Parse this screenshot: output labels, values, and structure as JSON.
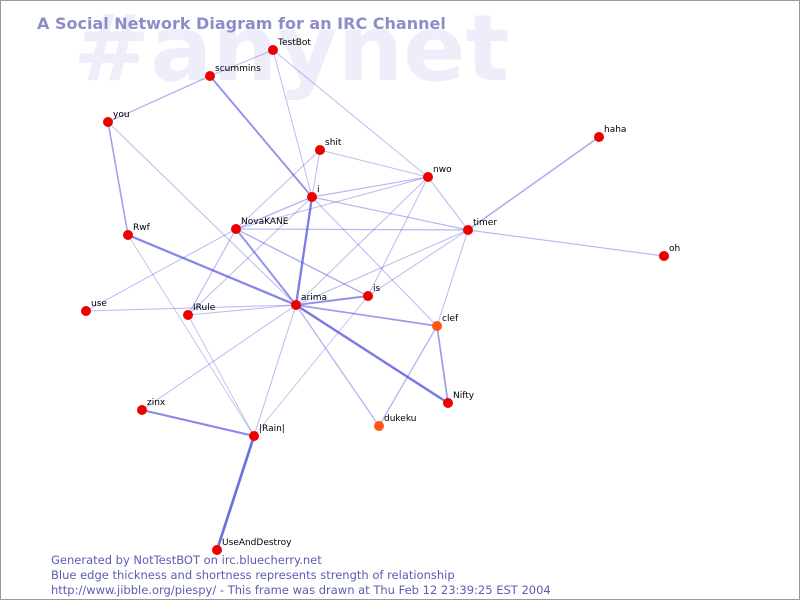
{
  "watermark": "#anynet",
  "title": "A Social Network Diagram for an IRC Channel",
  "colors": {
    "edge": "#4444dd",
    "node": "#ee0000",
    "node_recent": "#ff5511",
    "title": "#8d8dc8",
    "footer": "#5c5cb4"
  },
  "nodes": [
    {
      "label": "TestBot"
    },
    {
      "label": "scummins"
    },
    {
      "label": "you"
    },
    {
      "label": "shit"
    },
    {
      "label": "nwo"
    },
    {
      "label": "haha"
    },
    {
      "label": "i"
    },
    {
      "label": "NovaKANE"
    },
    {
      "label": "timer"
    },
    {
      "label": "Rwf"
    },
    {
      "label": "oh"
    },
    {
      "label": "is"
    },
    {
      "label": "arima"
    },
    {
      "label": "use"
    },
    {
      "label": "IRule"
    },
    {
      "label": "clef"
    },
    {
      "label": "Nifty"
    },
    {
      "label": "zinx"
    },
    {
      "label": "dukeku"
    },
    {
      "label": "|Rain|"
    },
    {
      "label": "UseAndDestroy"
    }
  ],
  "edges": [
    {
      "source": "TestBot",
      "target": "scummins",
      "strength": 0.2
    },
    {
      "source": "TestBot",
      "target": "i",
      "strength": 0.2
    },
    {
      "source": "TestBot",
      "target": "nwo",
      "strength": 0.2
    },
    {
      "source": "scummins",
      "target": "you",
      "strength": 0.3
    },
    {
      "source": "scummins",
      "target": "i",
      "strength": 0.6
    },
    {
      "source": "you",
      "target": "Rwf",
      "strength": 0.45
    },
    {
      "source": "you",
      "target": "arima",
      "strength": 0.2
    },
    {
      "source": "shit",
      "target": "NovaKANE",
      "strength": 0.2
    },
    {
      "source": "shit",
      "target": "nwo",
      "strength": 0.2
    },
    {
      "source": "shit",
      "target": "i",
      "strength": 0.2
    },
    {
      "source": "nwo",
      "target": "i",
      "strength": 0.25
    },
    {
      "source": "nwo",
      "target": "timer",
      "strength": 0.2
    },
    {
      "source": "nwo",
      "target": "arima",
      "strength": 0.2
    },
    {
      "source": "nwo",
      "target": "is",
      "strength": 0.2
    },
    {
      "source": "nwo",
      "target": "NovaKANE",
      "strength": 0.2
    },
    {
      "source": "haha",
      "target": "timer",
      "strength": 0.4
    },
    {
      "source": "i",
      "target": "NovaKANE",
      "strength": 0.3
    },
    {
      "source": "i",
      "target": "timer",
      "strength": 0.25
    },
    {
      "source": "i",
      "target": "arima",
      "strength": 0.8
    },
    {
      "source": "i",
      "target": "clef",
      "strength": 0.2
    },
    {
      "source": "i",
      "target": "IRule",
      "strength": 0.2
    },
    {
      "source": "NovaKANE",
      "target": "timer",
      "strength": 0.25
    },
    {
      "source": "NovaKANE",
      "target": "arima",
      "strength": 0.6
    },
    {
      "source": "NovaKANE",
      "target": "is",
      "strength": 0.35
    },
    {
      "source": "NovaKANE",
      "target": "IRule",
      "strength": 0.25
    },
    {
      "source": "NovaKANE",
      "target": "use",
      "strength": 0.2
    },
    {
      "source": "timer",
      "target": "oh",
      "strength": 0.25
    },
    {
      "source": "timer",
      "target": "arima",
      "strength": 0.2
    },
    {
      "source": "timer",
      "target": "is",
      "strength": 0.2
    },
    {
      "source": "timer",
      "target": "clef",
      "strength": 0.2
    },
    {
      "source": "Rwf",
      "target": "arima",
      "strength": 0.75
    },
    {
      "source": "Rwf",
      "target": "|Rain|",
      "strength": 0.15
    },
    {
      "source": "is",
      "target": "arima",
      "strength": 0.6
    },
    {
      "source": "is",
      "target": "|Rain|",
      "strength": 0.15
    },
    {
      "source": "arima",
      "target": "use",
      "strength": 0.2
    },
    {
      "source": "arima",
      "target": "IRule",
      "strength": 0.2
    },
    {
      "source": "arima",
      "target": "clef",
      "strength": 0.5
    },
    {
      "source": "arima",
      "target": "Nifty",
      "strength": 0.85
    },
    {
      "source": "arima",
      "target": "zinx",
      "strength": 0.2
    },
    {
      "source": "arima",
      "target": "dukeku",
      "strength": 0.3
    },
    {
      "source": "arima",
      "target": "|Rain|",
      "strength": 0.2
    },
    {
      "source": "clef",
      "target": "Nifty",
      "strength": 0.5
    },
    {
      "source": "clef",
      "target": "dukeku",
      "strength": 0.3
    },
    {
      "source": "IRule",
      "target": "|Rain|",
      "strength": 0.15
    },
    {
      "source": "zinx",
      "target": "|Rain|",
      "strength": 0.7
    },
    {
      "source": "|Rain|",
      "target": "UseAndDestroy",
      "strength": 0.95
    }
  ],
  "footer": {
    "line1": "Generated by NotTestBOT on irc.bluecherry.net",
    "line2": "Blue edge thickness and shortness represents strength of relationship",
    "line3": "http://www.jibble.org/piespy/ - This frame was drawn at Thu Feb 12 23:39:25 EST 2004"
  }
}
